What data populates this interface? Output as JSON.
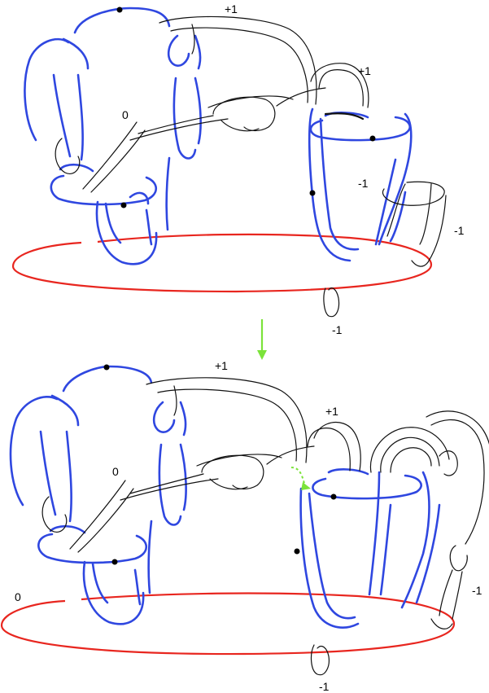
{
  "colors": {
    "blue_curve": "#2f47e0",
    "black_curve": "#111111",
    "red_curve": "#e8261f",
    "arrow_green": "#7be33a",
    "dot": "#000000"
  },
  "top": {
    "labels": {
      "framing_a": "+1",
      "framing_b": "+1",
      "framing_c": "0",
      "framing_d": "-1",
      "framing_e": "-1",
      "framing_f": "-1"
    }
  },
  "arrow": {
    "icon": "down-arrow-icon"
  },
  "bottom": {
    "labels": {
      "framing_a": "+1",
      "framing_b": "+1",
      "framing_c": "0",
      "framing_d": "0",
      "framing_e": "-1",
      "framing_f": "-1"
    }
  }
}
